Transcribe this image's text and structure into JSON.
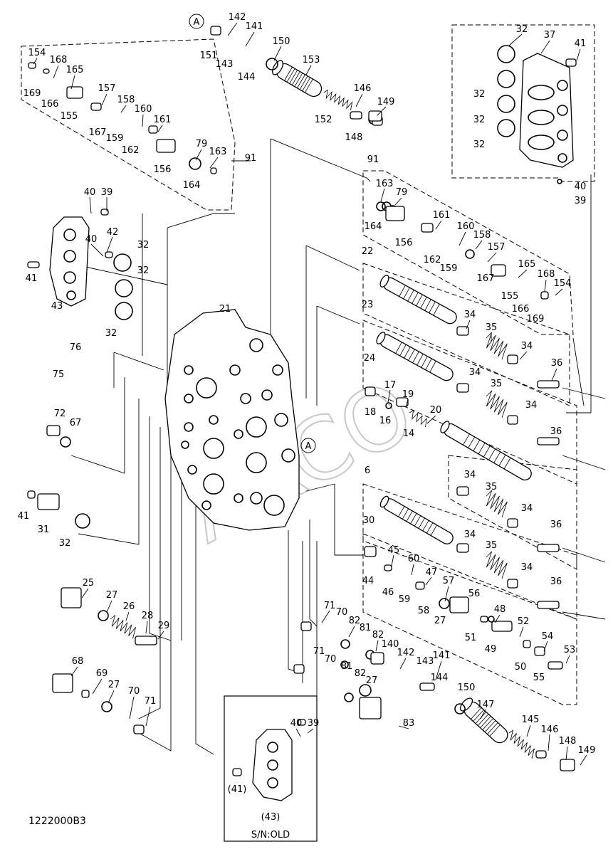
{
  "drawing_code": "1222000B3",
  "inset_caption": "S/N:OLD",
  "watermark": "ARCO",
  "markers": [
    "A",
    "A"
  ],
  "callouts": [
    {
      "text": "142"
    },
    {
      "text": "141"
    },
    {
      "text": "151"
    },
    {
      "text": "143"
    },
    {
      "text": "150"
    },
    {
      "text": "153"
    },
    {
      "text": "144"
    },
    {
      "text": "146"
    },
    {
      "text": "149"
    },
    {
      "text": "152"
    },
    {
      "text": "148"
    },
    {
      "text": "154"
    },
    {
      "text": "168"
    },
    {
      "text": "165"
    },
    {
      "text": "169"
    },
    {
      "text": "166"
    },
    {
      "text": "155"
    },
    {
      "text": "157"
    },
    {
      "text": "158"
    },
    {
      "text": "160"
    },
    {
      "text": "167"
    },
    {
      "text": "159"
    },
    {
      "text": "161"
    },
    {
      "text": "162"
    },
    {
      "text": "79"
    },
    {
      "text": "163"
    },
    {
      "text": "91"
    },
    {
      "text": "156"
    },
    {
      "text": "164"
    },
    {
      "text": "32"
    },
    {
      "text": "37"
    },
    {
      "text": "41"
    },
    {
      "text": "32"
    },
    {
      "text": "32"
    },
    {
      "text": "32"
    },
    {
      "text": "40"
    },
    {
      "text": "39"
    },
    {
      "text": "91"
    },
    {
      "text": "163"
    },
    {
      "text": "79"
    },
    {
      "text": "161"
    },
    {
      "text": "164"
    },
    {
      "text": "156"
    },
    {
      "text": "160"
    },
    {
      "text": "158"
    },
    {
      "text": "162"
    },
    {
      "text": "159"
    },
    {
      "text": "157"
    },
    {
      "text": "167"
    },
    {
      "text": "165"
    },
    {
      "text": "168"
    },
    {
      "text": "154"
    },
    {
      "text": "155"
    },
    {
      "text": "166"
    },
    {
      "text": "169"
    },
    {
      "text": "40"
    },
    {
      "text": "39"
    },
    {
      "text": "42"
    },
    {
      "text": "40"
    },
    {
      "text": "32"
    },
    {
      "text": "41"
    },
    {
      "text": "32"
    },
    {
      "text": "43"
    },
    {
      "text": "32"
    },
    {
      "text": "22"
    },
    {
      "text": "21"
    },
    {
      "text": "23"
    },
    {
      "text": "34"
    },
    {
      "text": "35"
    },
    {
      "text": "34"
    },
    {
      "text": "36"
    },
    {
      "text": "24"
    },
    {
      "text": "34"
    },
    {
      "text": "17"
    },
    {
      "text": "19"
    },
    {
      "text": "35"
    },
    {
      "text": "20"
    },
    {
      "text": "34"
    },
    {
      "text": "18"
    },
    {
      "text": "16"
    },
    {
      "text": "36"
    },
    {
      "text": "14"
    },
    {
      "text": "76"
    },
    {
      "text": "75"
    },
    {
      "text": "72"
    },
    {
      "text": "67"
    },
    {
      "text": "6"
    },
    {
      "text": "34"
    },
    {
      "text": "35"
    },
    {
      "text": "34"
    },
    {
      "text": "36"
    },
    {
      "text": "30"
    },
    {
      "text": "34"
    },
    {
      "text": "35"
    },
    {
      "text": "45"
    },
    {
      "text": "60"
    },
    {
      "text": "34"
    },
    {
      "text": "44"
    },
    {
      "text": "46"
    },
    {
      "text": "47"
    },
    {
      "text": "57"
    },
    {
      "text": "36"
    },
    {
      "text": "59"
    },
    {
      "text": "58"
    },
    {
      "text": "56"
    },
    {
      "text": "27"
    },
    {
      "text": "48"
    },
    {
      "text": "51"
    },
    {
      "text": "52"
    },
    {
      "text": "49"
    },
    {
      "text": "54"
    },
    {
      "text": "53"
    },
    {
      "text": "50"
    },
    {
      "text": "55"
    },
    {
      "text": "41"
    },
    {
      "text": "31"
    },
    {
      "text": "32"
    },
    {
      "text": "25"
    },
    {
      "text": "27"
    },
    {
      "text": "26"
    },
    {
      "text": "28"
    },
    {
      "text": "29"
    },
    {
      "text": "71"
    },
    {
      "text": "70"
    },
    {
      "text": "82"
    },
    {
      "text": "81"
    },
    {
      "text": "82"
    },
    {
      "text": "140"
    },
    {
      "text": "142"
    },
    {
      "text": "141"
    },
    {
      "text": "71"
    },
    {
      "text": "70"
    },
    {
      "text": "81"
    },
    {
      "text": "143"
    },
    {
      "text": "144"
    },
    {
      "text": "82"
    },
    {
      "text": "27"
    },
    {
      "text": "150"
    },
    {
      "text": "83"
    },
    {
      "text": "147"
    },
    {
      "text": "145"
    },
    {
      "text": "146"
    },
    {
      "text": "148"
    },
    {
      "text": "149"
    },
    {
      "text": "68"
    },
    {
      "text": "69"
    },
    {
      "text": "27"
    },
    {
      "text": "70"
    },
    {
      "text": "71"
    },
    {
      "text": "40"
    },
    {
      "text": "39"
    },
    {
      "text": "(41)"
    },
    {
      "text": "(43)"
    }
  ]
}
